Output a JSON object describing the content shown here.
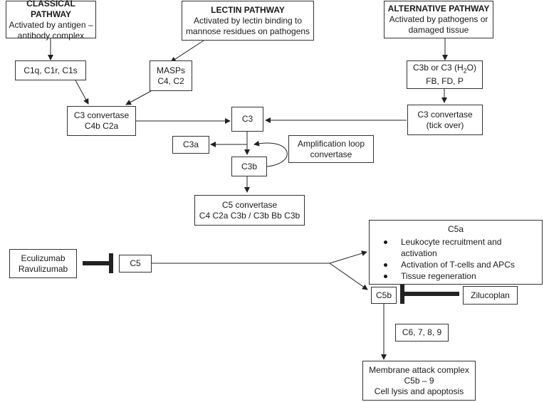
{
  "classical": {
    "title": "CLASSICAL PATHWAY",
    "desc1": "Activated by antigen –",
    "desc2": "antibody complex"
  },
  "lectin": {
    "title": "LECTIN PATHWAY",
    "desc1": "Activated by lectin binding to",
    "desc2": "mannose residues on pathogens"
  },
  "alternative": {
    "title": "ALTERNATIVE PATHWAY",
    "desc1": "Activated by pathogens or",
    "desc2": "damaged tissue"
  },
  "c1": {
    "label": "C1q, C1r, C1s"
  },
  "masps": {
    "line1": "MASPs",
    "line2": "C4, C2"
  },
  "c3_alt": {
    "line1_prefix": "C3b or C3 (H",
    "line1_sub": "2",
    "line1_suffix": "O)",
    "line2": "FB, FD, P"
  },
  "c3conv_classical": {
    "line1": "C3 convertase",
    "line2": "C4b C2a"
  },
  "c3": {
    "label": "C3"
  },
  "c3conv_alt": {
    "line1": "C3 convertase",
    "line2": "(tick over)"
  },
  "c3a": {
    "label": "C3a"
  },
  "amplification": {
    "line1": "Amplification loop",
    "line2": "convertase"
  },
  "c3b": {
    "label": "C3b"
  },
  "c5conv": {
    "line1": "C5 convertase",
    "line2": "C4 C2a C3b / C3b Bb C3b"
  },
  "inhibitor_c5": {
    "line1": "Eculizumab",
    "line2": "Ravulizumab"
  },
  "c5": {
    "label": "C5"
  },
  "c5a": {
    "title": "C5a",
    "items": [
      "Leukocyte recruitment and",
      "activation",
      "Activation of T-cells and APCs",
      "Tissue regeneration"
    ]
  },
  "c5b": {
    "label": "C5b"
  },
  "inhibitor_c5b": {
    "label": "Zilucoplan"
  },
  "c6789": {
    "label": "C6, 7, 8, 9"
  },
  "mac": {
    "line1": "Membrane attack complex",
    "line2": "C5b – 9",
    "line3": "Cell lysis and apoptosis"
  }
}
